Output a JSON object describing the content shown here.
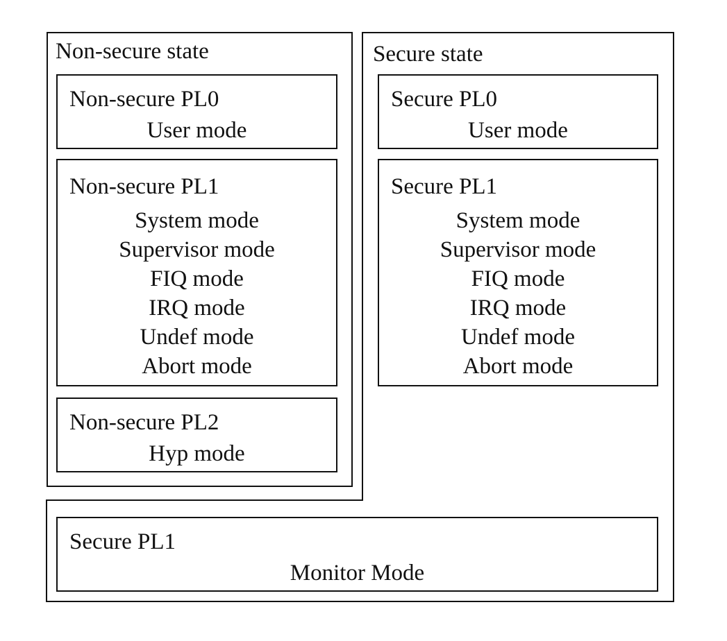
{
  "nonsecure_state": {
    "title": "Non-secure state",
    "pl0": {
      "title": "Non-secure PL0",
      "modes": [
        "User mode"
      ]
    },
    "pl1": {
      "title": "Non-secure PL1",
      "modes": [
        "System mode",
        "Supervisor mode",
        "FIQ mode",
        "IRQ mode",
        "Undef mode",
        "Abort mode"
      ]
    },
    "pl2": {
      "title": "Non-secure PL2",
      "modes": [
        "Hyp mode"
      ]
    }
  },
  "secure_state": {
    "title": "Secure state",
    "pl0": {
      "title": "Secure PL0",
      "modes": [
        "User mode"
      ]
    },
    "pl1": {
      "title": "Secure PL1",
      "modes": [
        "System mode",
        "Supervisor mode",
        "FIQ mode",
        "IRQ mode",
        "Undef mode",
        "Abort mode"
      ]
    },
    "monitor": {
      "title": "Secure PL1",
      "modes": [
        "Monitor Mode"
      ]
    }
  }
}
